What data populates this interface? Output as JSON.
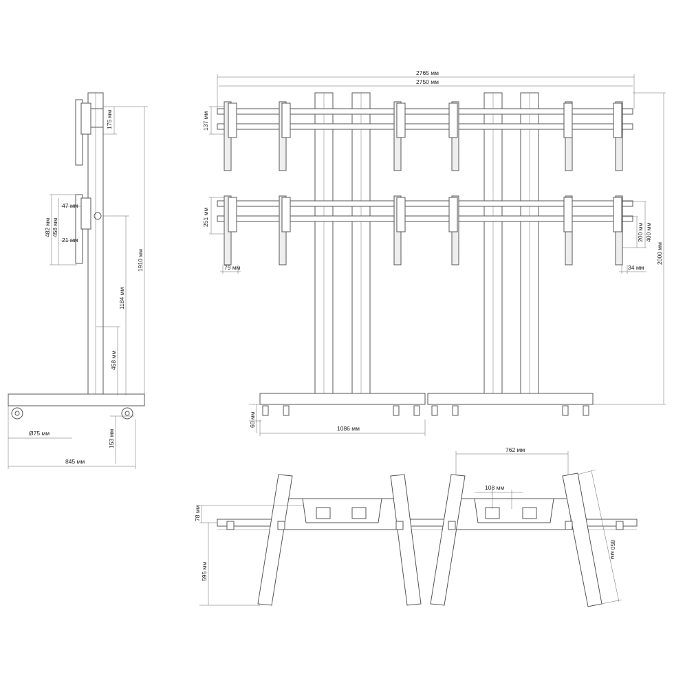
{
  "drawing": {
    "side_view": {
      "bracket_depth": "175 мм",
      "bracket_offset": "47 мм",
      "bracket_height_outer": "482 мм",
      "bracket_height_inner": "458 мм",
      "bracket_bottom": "21 мм",
      "total_height": "1910 мм",
      "center_height": "1184 мм",
      "lower_height": "458 мм",
      "wheel_diameter": "Ø75 мм",
      "base_height": "153 мм",
      "base_depth": "845 мм"
    },
    "front_view": {
      "overall_width": "2765 мм",
      "rail_width": "2750 мм",
      "top_rail_height": "137 мм",
      "lower_rail_height": "251 мм",
      "bracket_width": "79 мм",
      "vesa_200": "200 мм",
      "vesa_400": "400 мм",
      "bracket_right": "34 мм",
      "overall_height": "2000 мм",
      "wheel_height": "60 мм",
      "base_width": "1086 мм"
    },
    "top_view": {
      "leg_span": "762 мм",
      "plate_spacing": "108 мм",
      "rail_depth": "78 мм",
      "leg_depth": "595 мм",
      "leg_length": "850 мм"
    }
  }
}
